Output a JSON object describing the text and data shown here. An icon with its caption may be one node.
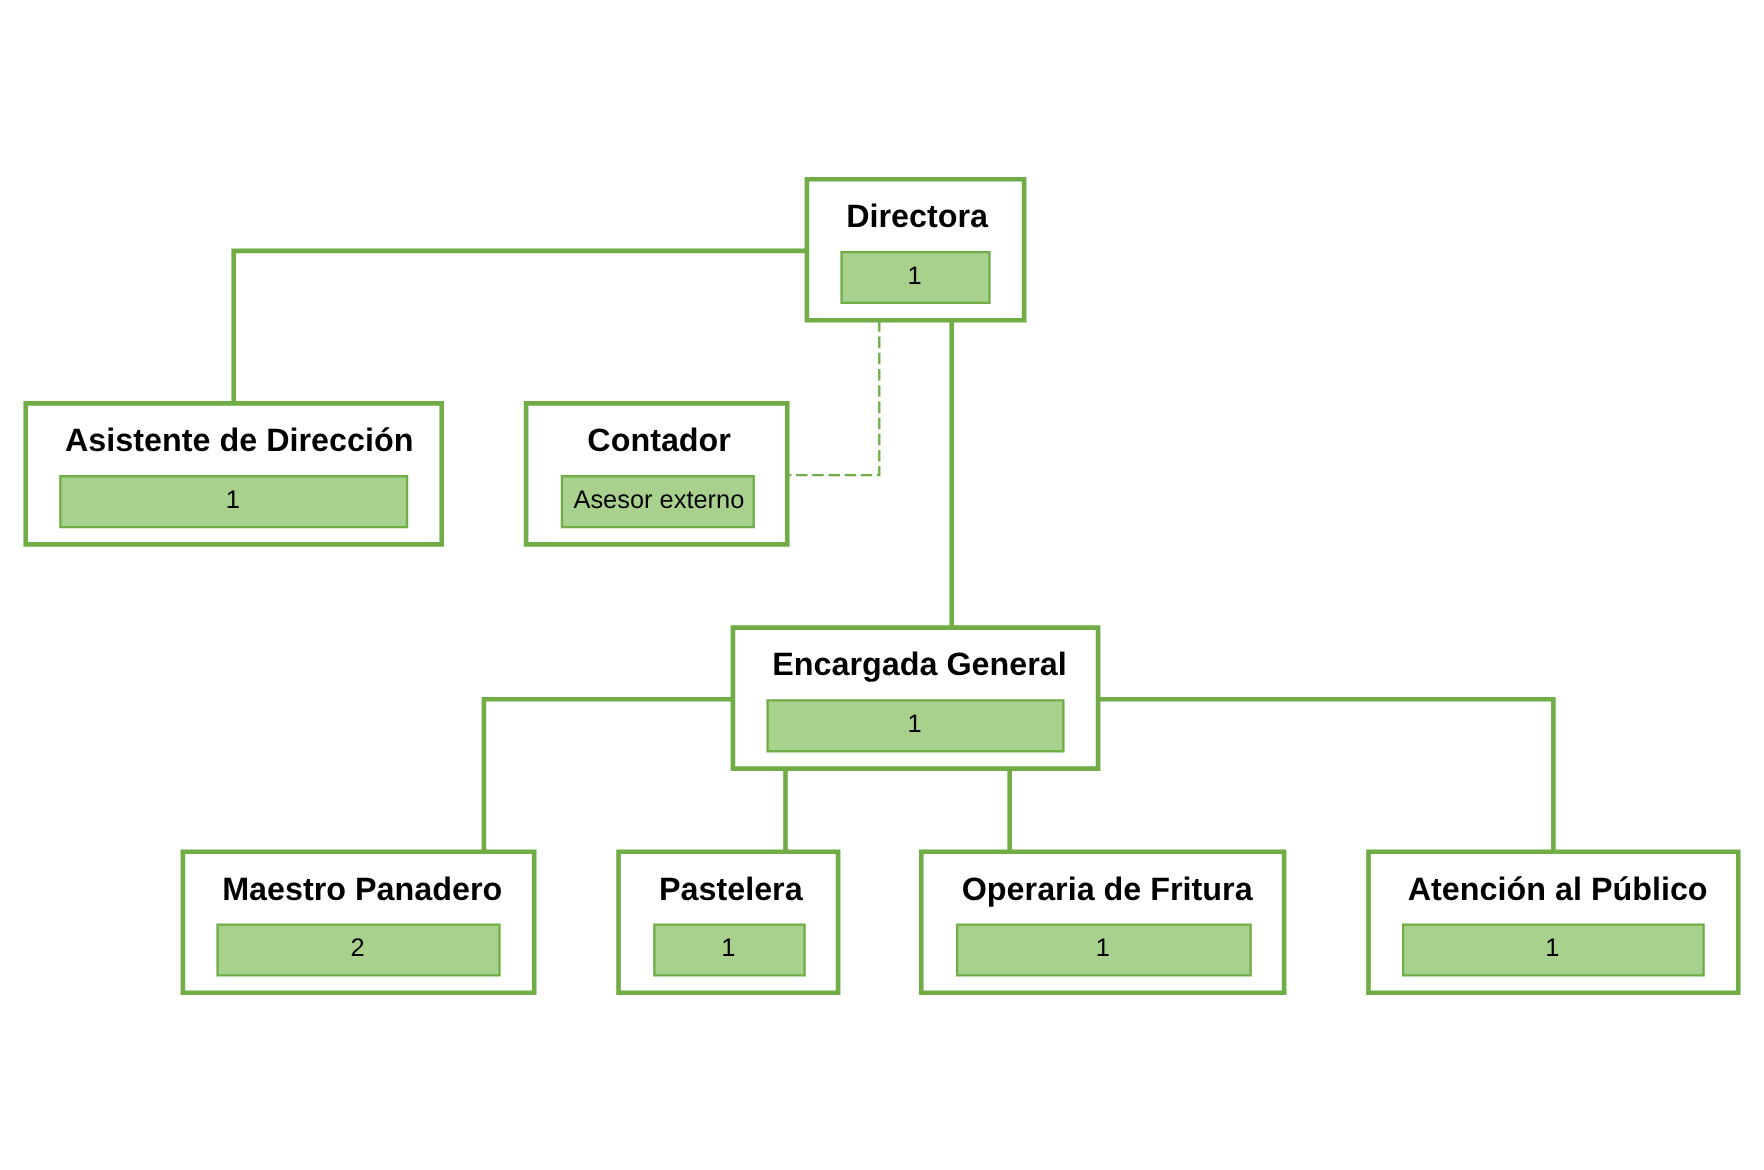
{
  "diagram": {
    "nodes": [
      {
        "text": [
          "Directora",
          "1"
        ]
      },
      {
        "text": [
          "Asistente de Dirección",
          "1"
        ]
      },
      {
        "text": [
          "Contador",
          "Asesor externo"
        ]
      },
      {
        "text": [
          "Encargada General",
          "1"
        ]
      },
      {
        "text": [
          "Maestro Panadero",
          "2"
        ]
      },
      {
        "text": [
          "Pastelera",
          "1"
        ]
      },
      {
        "text": [
          "Operaria de Fritura",
          "1"
        ]
      },
      {
        "text": [
          "Atención al Público",
          "1"
        ]
      }
    ],
    "edges": [
      {
        "from": 0,
        "to": 1,
        "arrow": "none"
      },
      {
        "from": 0,
        "to": 2,
        "arrow": "none",
        "style": "dashed"
      },
      {
        "from": 0,
        "to": 3,
        "arrow": "none"
      },
      {
        "from": 3,
        "to": 4,
        "arrow": "none"
      },
      {
        "from": 3,
        "to": 5,
        "arrow": "none"
      },
      {
        "from": 3,
        "to": 6,
        "arrow": "none"
      },
      {
        "from": 3,
        "to": 7,
        "arrow": "none"
      }
    ]
  }
}
